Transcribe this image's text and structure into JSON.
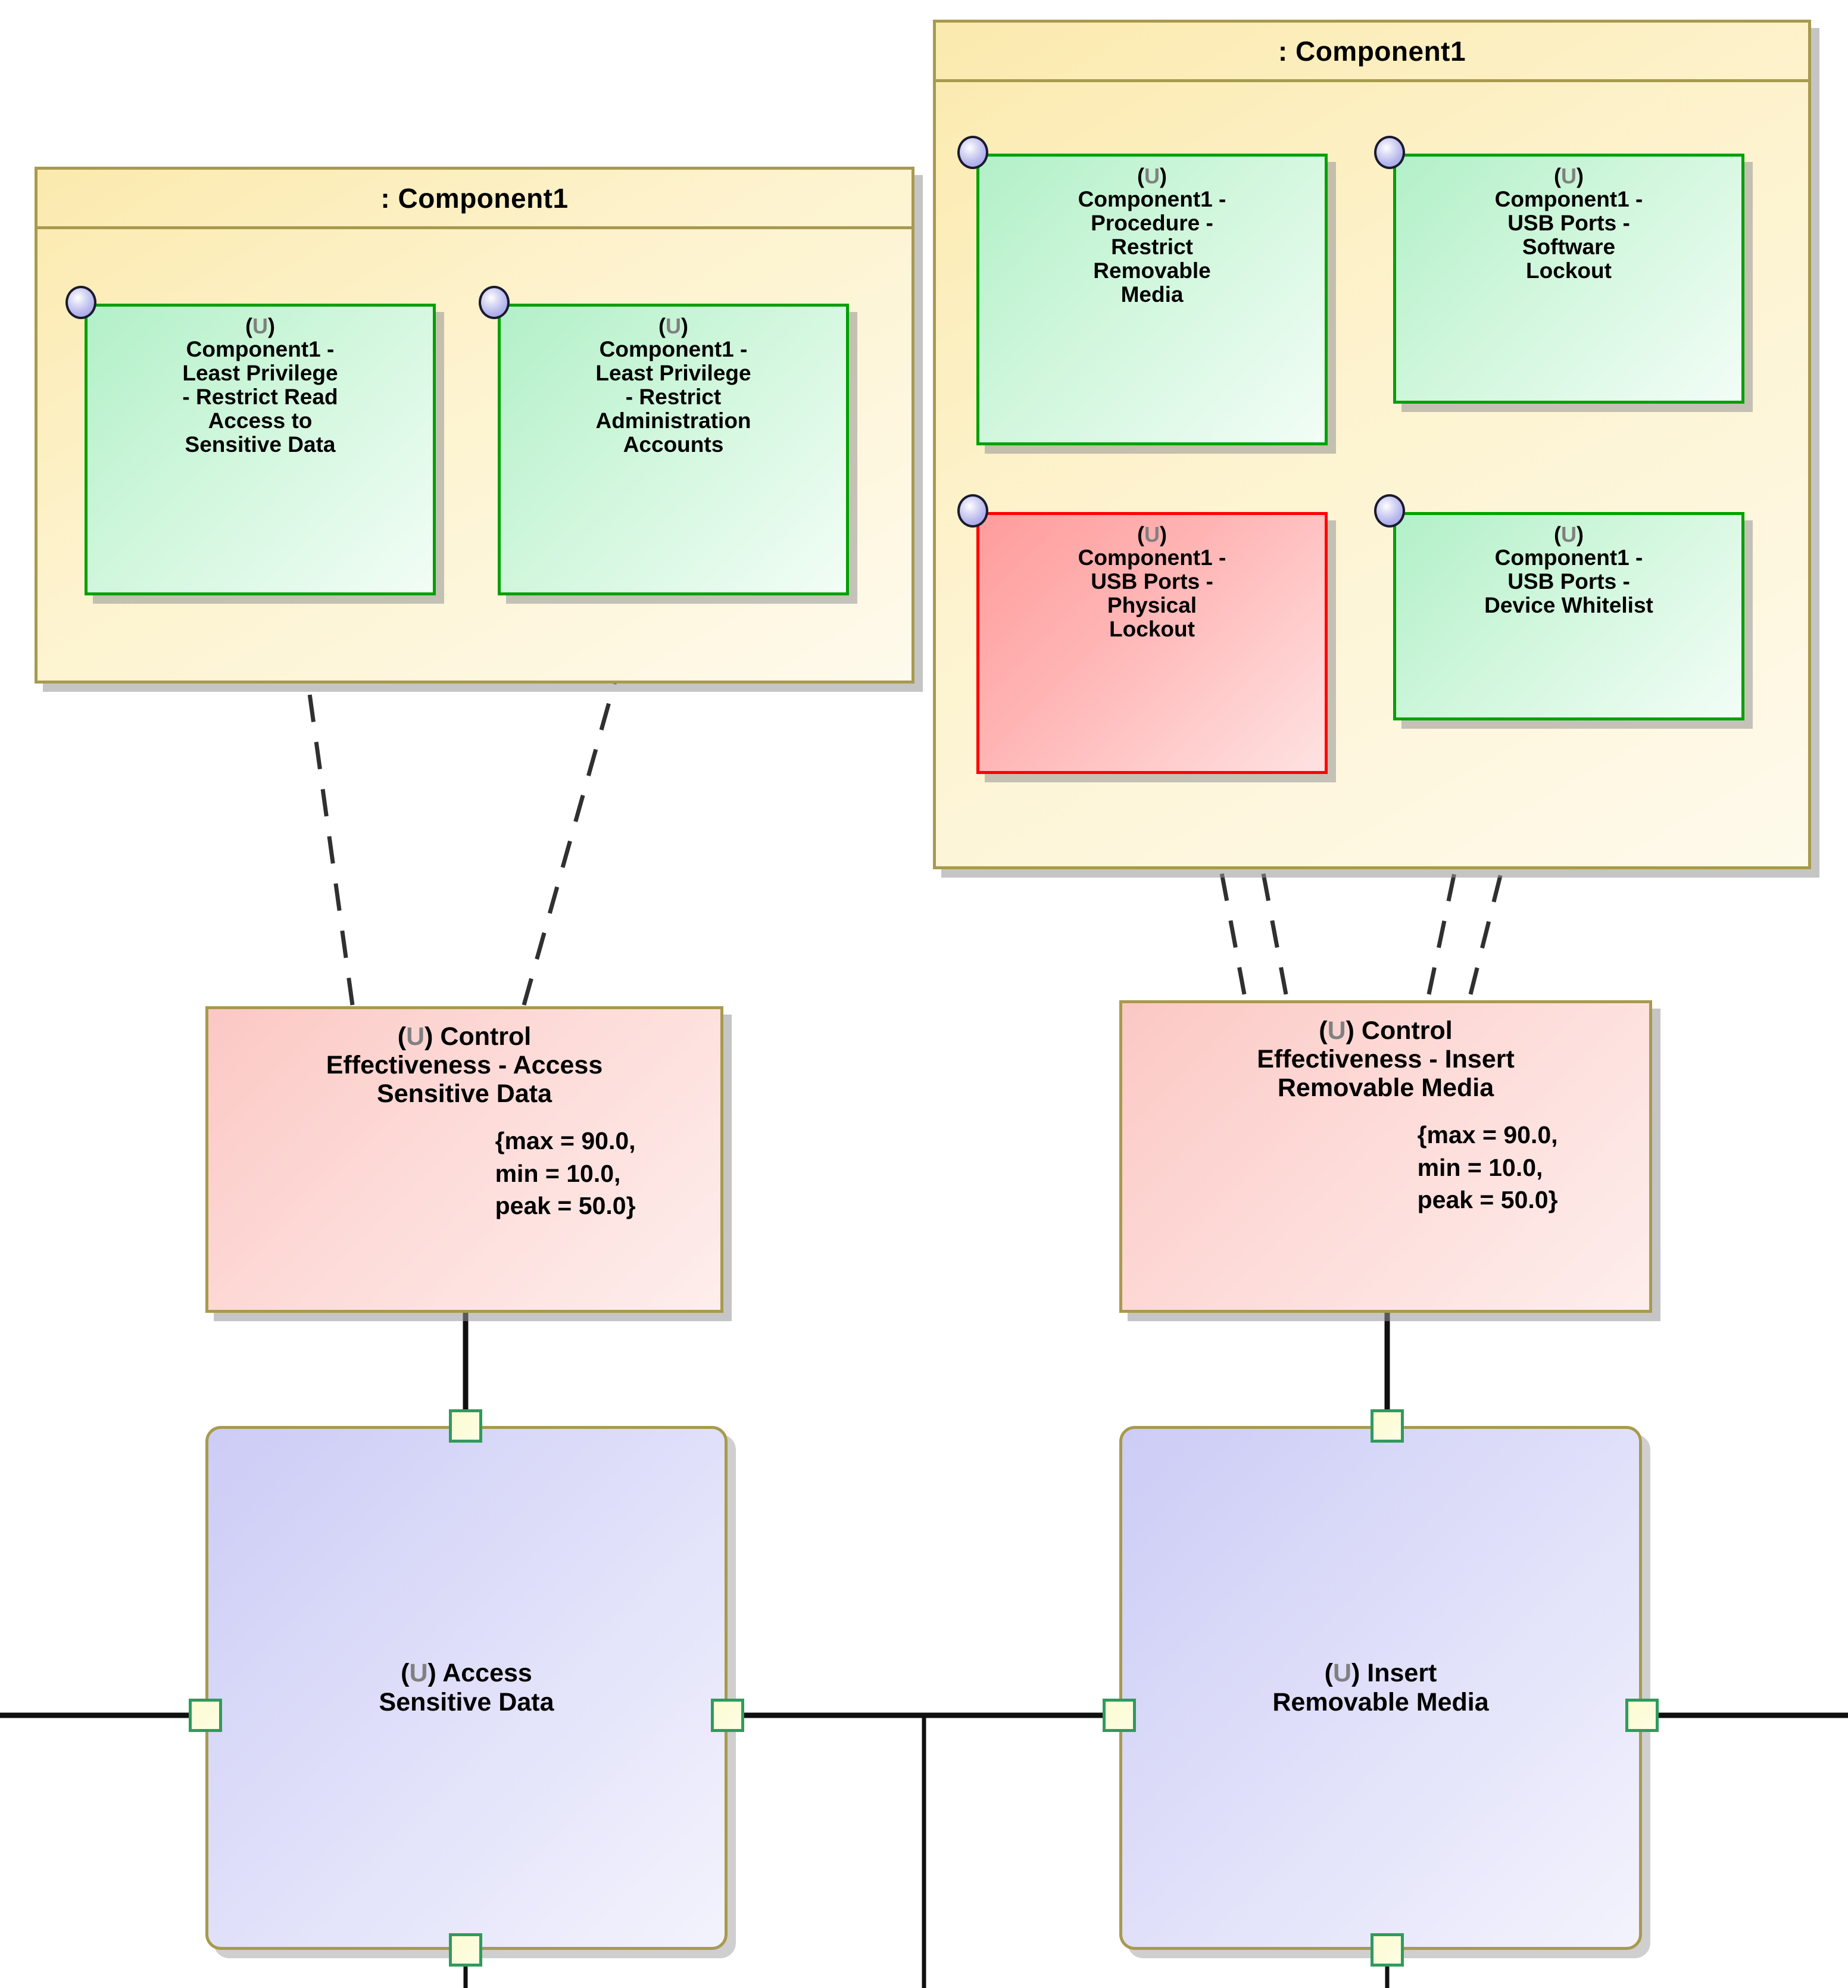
{
  "diagram": {
    "title": "SysML Internal Block / Activity diagram with Component1 requirement allocations",
    "classification_marker": "(U)",
    "classification_code": "U"
  },
  "components": [
    {
      "id": "component-left",
      "title": ": Component1",
      "requirements": [
        {
          "id": "req-least-privilege-read",
          "marker": "(U)",
          "label": "Component1 -\nLeast Privilege\n- Restrict Read\nAccess to\nSensitive Data",
          "status_color": "#00a000",
          "status": "green"
        },
        {
          "id": "req-least-privilege-admin",
          "marker": "(U)",
          "label": "Component1 -\nLeast Privilege\n- Restrict\nAdministration\nAccounts",
          "status_color": "#00a000",
          "status": "green"
        }
      ]
    },
    {
      "id": "component-right",
      "title": ": Component1",
      "requirements": [
        {
          "id": "req-procedure-restrict-removable-media",
          "marker": "(U)",
          "label": "Component1 -\nProcedure -\nRestrict\nRemovable\nMedia",
          "status_color": "#00a000",
          "status": "green"
        },
        {
          "id": "req-usb-software-lockout",
          "marker": "(U)",
          "label": "Component1 -\nUSB Ports -\nSoftware\nLockout",
          "status_color": "#00a000",
          "status": "green"
        },
        {
          "id": "req-usb-physical-lockout",
          "marker": "(U)",
          "label": "Component1 -\nUSB Ports -\nPhysical\nLockout",
          "status_color": "#ff0000",
          "status": "red"
        },
        {
          "id": "req-usb-device-whitelist",
          "marker": "(U)",
          "label": "Component1 -\nUSB Ports -\nDevice Whitelist",
          "status_color": "#00a000",
          "status": "green"
        }
      ]
    }
  ],
  "control_effectiveness": [
    {
      "id": "ctrl-access-sensitive-data",
      "marker": "(U)",
      "title": "(U) Control\nEffectiveness - Access\nSensitive Data",
      "params": "{max = 90.0,\nmin = 10.0,\npeak = 50.0}",
      "max": "90.0",
      "min": "10.0",
      "peak": "50.0"
    },
    {
      "id": "ctrl-insert-removable-media",
      "marker": "(U)",
      "title": "(U) Control\nEffectiveness - Insert\nRemovable Media",
      "params": "{max = 90.0,\nmin = 10.0,\npeak = 50.0}",
      "max": "90.0",
      "min": "10.0",
      "peak": "50.0"
    }
  ],
  "actions": [
    {
      "id": "action-access-sensitive-data",
      "marker": "(U)",
      "label": "(U) Access\nSensitive Data",
      "pins": [
        "top",
        "left",
        "right",
        "bottom"
      ]
    },
    {
      "id": "action-insert-removable-media",
      "marker": "(U)",
      "label": "(U) Insert\nRemovable Media",
      "pins": [
        "top",
        "left",
        "right",
        "bottom"
      ]
    }
  ],
  "colors": {
    "component_fill": "#fbeaae",
    "component_border": "#a89a4e",
    "requirement_green_border": "#00a000",
    "requirement_green_fill": "#b2f0c8",
    "requirement_red_border": "#ff0000",
    "requirement_red_fill": "#ff9c9c",
    "control_fill": "#fbc8c4",
    "action_fill": "#ccccf6",
    "pin_border": "#2f9b5e",
    "pin_fill": "#fcfcd2",
    "ball_fill": "#b6b6ee",
    "connector": "#1a1a1a"
  }
}
